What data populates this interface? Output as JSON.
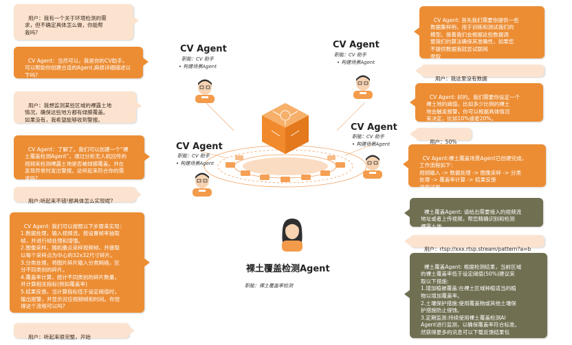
{
  "left_messages": [
    {
      "role": "user",
      "text": "用户：我有一个关于环境检测的需\n求，但不确定具体怎么做，你能帮\n我吗?"
    },
    {
      "role": "agent",
      "text": "CV Agent：当然可以，我是你的CV助手，\n可以帮助你创建合适的Agent,麻烦详细描述以\n下吗?"
    },
    {
      "role": "user",
      "text": "用户：我想监测某些区域的裸露土地\n情况，确保这些地方都有绿膜覆盖。\n如果没有，我希望能够收到警报。"
    },
    {
      "role": "agent",
      "text": "CV Agent：了解了。我们可以创建一个“裸\n土覆盖检测Agent”，通过分析无人机回传的\n视频来检测裸露土地是否被绿膜覆盖。并在\n发现异常时发出警报。这听起来符合你的需\n求吗?"
    },
    {
      "role": "user",
      "text": "用户:听起来不错!那具体怎么实现呢?"
    },
    {
      "role": "agent",
      "text": "CV Agent: 我们可以按照以下步骤来实现：\n1.数据处理，输入视频流，按设置帧率抽取\n帧，并进行帧处理和增强。\n2.图像采样，随机撒点采样视频帧，并提取\n以每个采样点为中心的32x32尺寸碎片。\n3.分类处理，将图片碎片输入分类网络，区\n分不同类别的碎片。\n4.覆盖率计算，统计不同类别的碎片数量，\n并计算相关指标(例如覆盖率)\n5.结果反馈，当计算指标低于设定阈值时，\n输出报警，并显示对应视频帧和时间。你觉\n得这个流程可以吗?"
    },
    {
      "role": "user",
      "text": "用户：听起来很完整，开始"
    }
  ],
  "right_messages": [
    {
      "role": "agent",
      "text": "CV Agent: 首先我们需要你提供一些\n数据集样例，用于训练和测试我们的\n模型。接着我们会根据这些数据调\n整我们的算法确保其准确性，如果您\n不提供数据我就尝试联网\n爬取"
    },
    {
      "role": "user",
      "text": "用户：我这里没有数据"
    },
    {
      "role": "agent",
      "text": "CV Agent: 好的。我们需要你设定一个\n裸土地的阈值，比如多少比例的裸土\n地会触发报警，你可以根据具体情况\n来决定，比如10%或者20%。"
    },
    {
      "role": "user",
      "text": "用户：50%"
    },
    {
      "role": "agent",
      "text": "CV Agent:裸土覆盖场景Agent已创建完成，\n工作流程如下：\n视频输入 -> 数据处理 -> 图像采样 -> 分类\n处理 -> 覆盖率计算 -> 结果反馈\n请您试用"
    },
    {
      "role": "olive",
      "text": "裸土覆盖Agent: 请给出需要接入的视频流\n地址或者上传视频，帮您精确识别和检测\n裸露土地"
    },
    {
      "role": "user",
      "text": "用户：rtsp://xxx.rtsp.stream/pattern?a=b"
    },
    {
      "role": "olive",
      "text": "裸土覆盖Agent: 根据检测结果，当前区域\n的裸土覆盖率低于设定阈值(50%)建议采\n取以下措施:\n1.增加植被覆盖:在裸土区域种植适当的植\n物以增加覆盖率。\n2.土壤保护措施:使用覆盖物或其他土壤保\n护措施防止侵蚀。\n3.定期监测:持续使用裸土覆盖检测AI\nAgent进行监测，以确保覆盖率符合标准。\n然获得更多的讯息可以下载反馈结果包"
    }
  ],
  "agents": [
    {
      "title": "CV Agent",
      "role": "职能：CV 助手",
      "bullet": "构建场景Agent"
    },
    {
      "title": "CV Agent",
      "role": "职能：CV 助手",
      "bullet": "构建场景Agent"
    },
    {
      "title": "CV Agent",
      "role": "职能：CV 助手",
      "bullet": "构建场景Agent"
    },
    {
      "title": "CV Agent",
      "role": "职能：CV 助手",
      "bullet": "构建场景Agent"
    }
  ],
  "main_agent": {
    "title": "裸土覆盖检测Agent",
    "role": "职能：裸土覆盖率检测"
  },
  "colors": {
    "user": "#fbe3cf",
    "agent": "#ec8d34",
    "olive": "#706f52",
    "chip": "#f5a055"
  }
}
